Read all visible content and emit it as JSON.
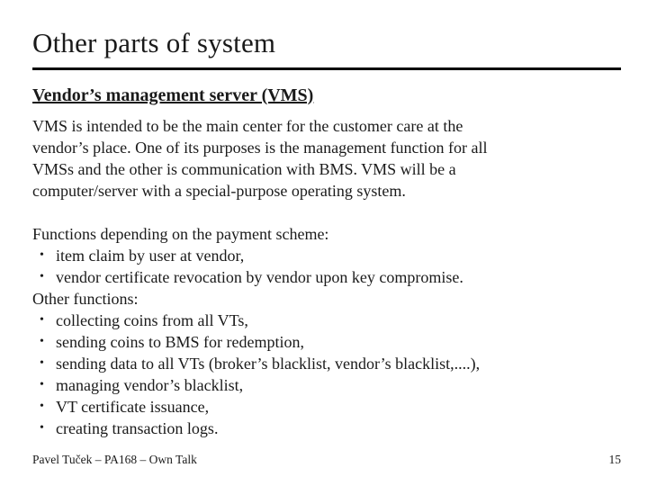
{
  "slide": {
    "title": "Other parts of system",
    "subtitle": "Vendor’s management server (VMS)",
    "paragraph_lines": [
      "VMS is intended to be the main center for the customer care at the",
      "vendor’s place. One of its purposes is the management function for all",
      "VMSs and the other is communication with BMS. VMS will be a",
      "computer/server with a special-purpose operating system."
    ],
    "bullet_glyph": "•",
    "sections": [
      {
        "heading": "Functions depending on the payment scheme:",
        "bullets": [
          "item claim by user at vendor,",
          "vendor certificate revocation by vendor upon key compromise."
        ]
      },
      {
        "heading": "Other functions:",
        "bullets": [
          "collecting coins from all VTs,",
          "sending coins to BMS for redemption,",
          "sending data to all VTs (broker’s blacklist, vendor’s blacklist,....),",
          "managing vendor’s blacklist,",
          "VT certificate issuance,",
          "creating transaction logs."
        ]
      }
    ],
    "footer": {
      "left": "Pavel Tuček – PA168 – Own Talk",
      "page_number": "15"
    },
    "colors": {
      "background": "#ffffff",
      "text": "#1a1a1a",
      "rule": "#000000"
    }
  }
}
